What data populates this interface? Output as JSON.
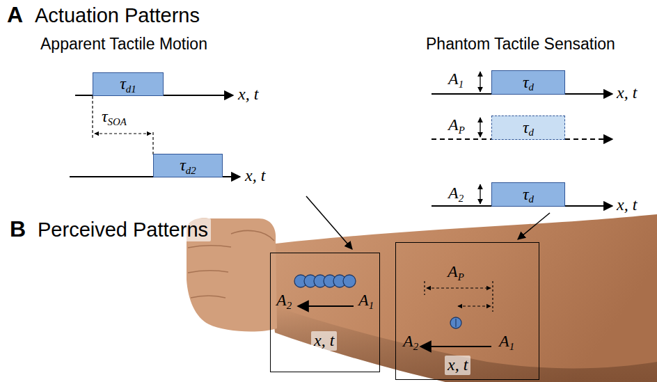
{
  "diagram": {
    "nodes": [
      {
        "text": [
          "τd1"
        ]
      },
      {
        "text": [
          "τd2"
        ]
      },
      {
        "text": [
          "τd"
        ]
      },
      {
        "text": [
          "τd"
        ]
      },
      {
        "text": [
          "τd"
        ]
      },
      {
        "text": [
          "A2",
          "A1",
          "x, t"
        ]
      },
      {
        "text": [
          "AP",
          "A2",
          "A1",
          "x, t"
        ]
      }
    ],
    "labels": [
      "A",
      "Actuation Patterns",
      "Apparent Tactile Motion",
      "Phantom Tactile Sensation",
      "τSOA",
      "x, t",
      "x, t",
      "A1",
      "AP",
      "A2",
      "x, t",
      "x, t",
      "B",
      "Perceived Patterns"
    ]
  }
}
